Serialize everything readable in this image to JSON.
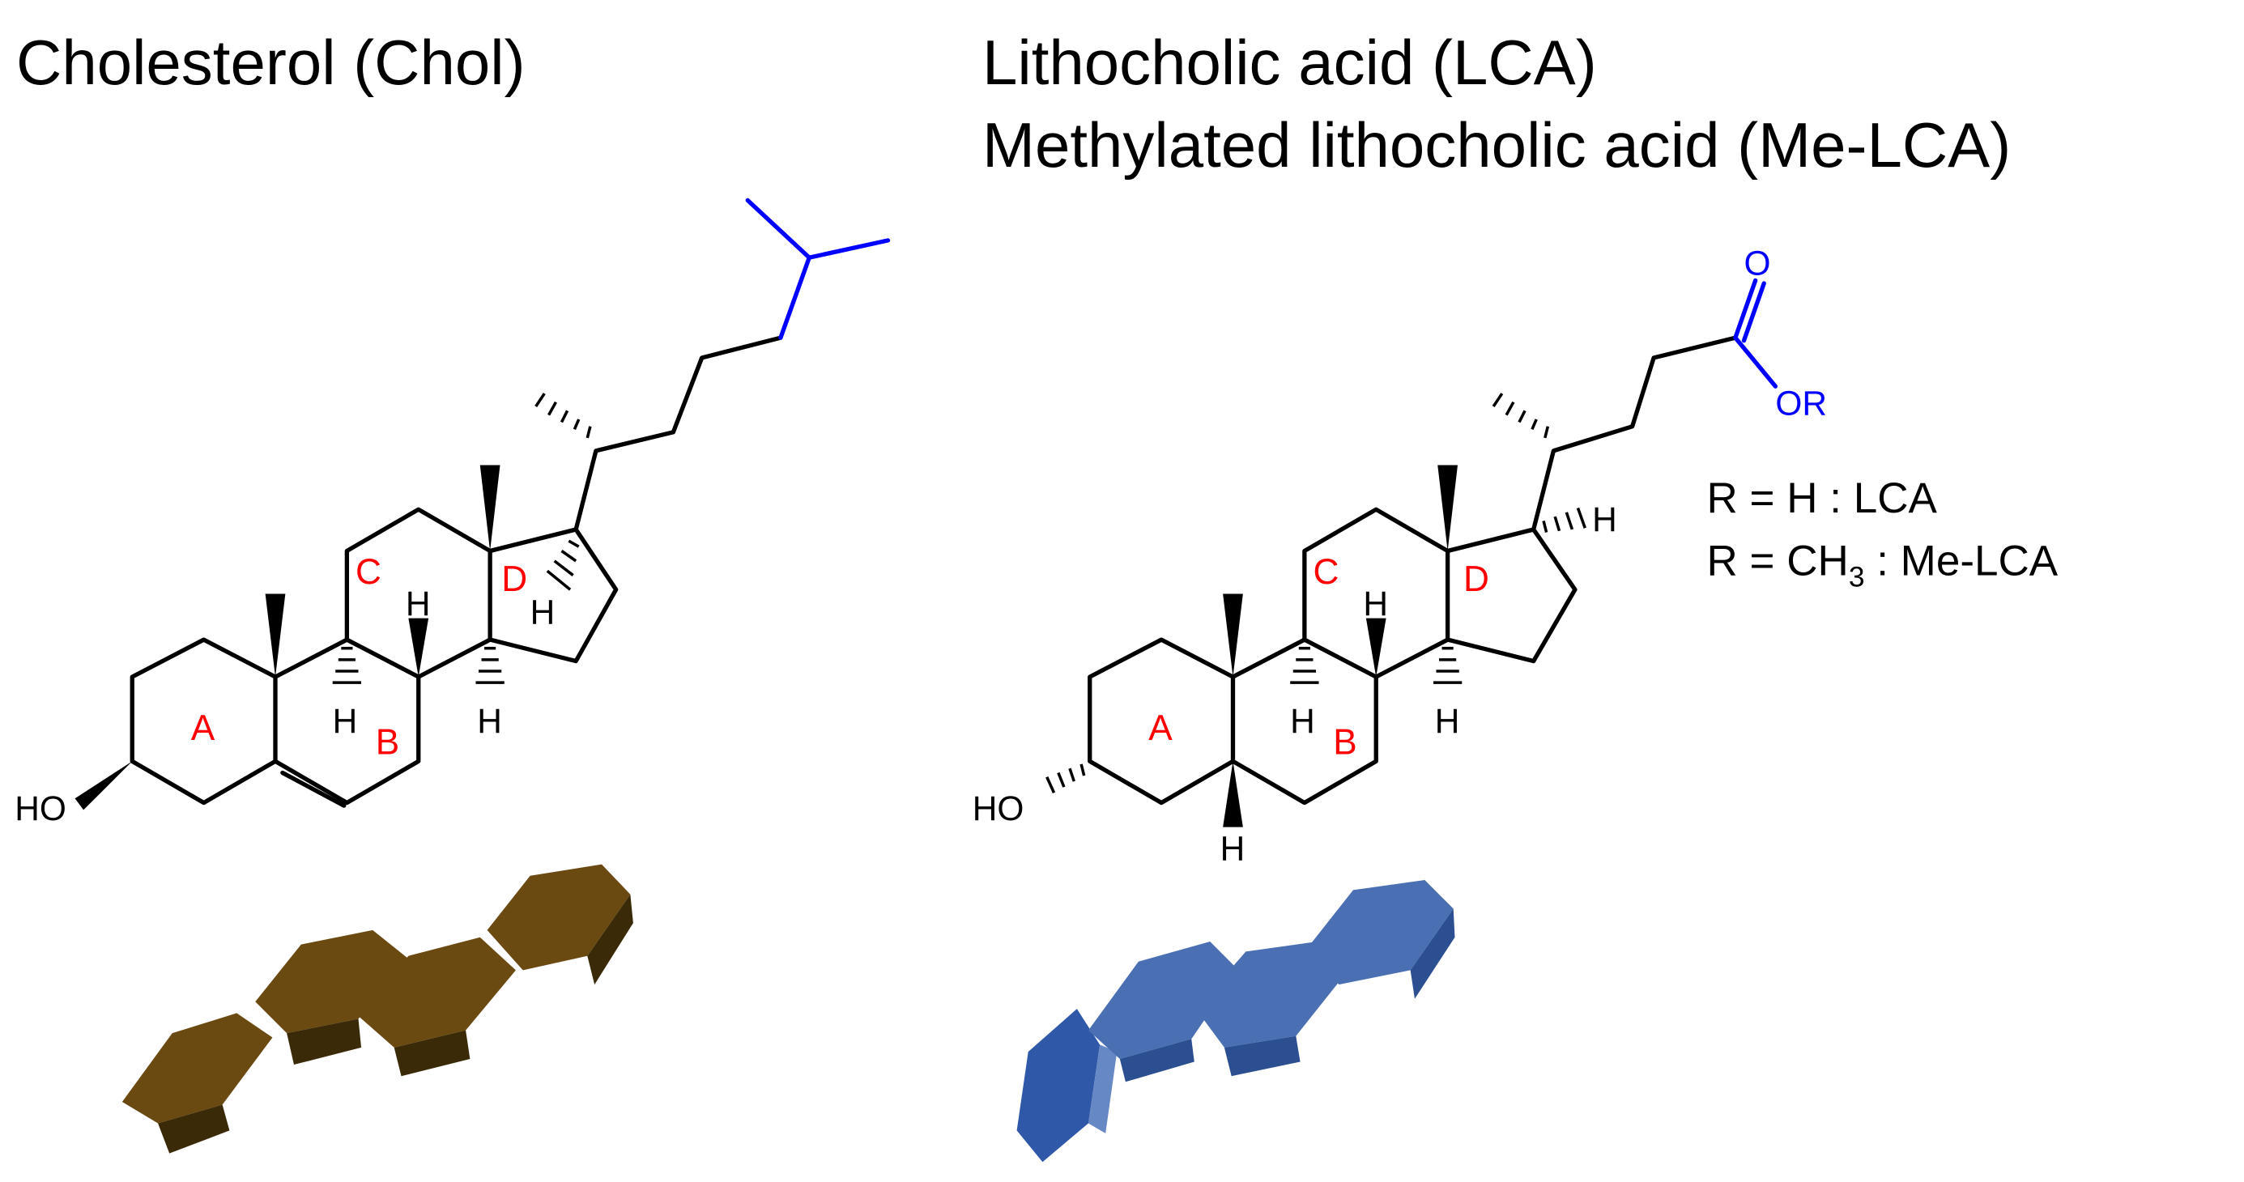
{
  "left": {
    "title": "Cholesterol (Chol)",
    "ring_labels": {
      "A": "A",
      "B": "B",
      "C": "C",
      "D": "D"
    },
    "hydroxyl": "HO",
    "h_atom": "H",
    "colors": {
      "ring_label": "#ff0000",
      "side_chain": "#0000ff",
      "bond": "#000000",
      "ribbon": "#6b4a12"
    }
  },
  "right": {
    "title_line1": "Lithocholic acid (LCA)",
    "title_line2": "Methylated lithocholic acid (Me-LCA)",
    "ring_labels": {
      "A": "A",
      "B": "B",
      "C": "C",
      "D": "D"
    },
    "hydroxyl": "HO",
    "h_atom": "H",
    "carbonyl_o": "O",
    "ester_group": "OR",
    "legend": {
      "line1": "R = H : LCA",
      "line2_prefix": "R = CH",
      "line2_sub": "3",
      "line2_suffix": " : Me-LCA"
    },
    "colors": {
      "ring_label": "#ff0000",
      "acid_group": "#0000ff",
      "bond": "#000000",
      "ribbon": "#4a70b3"
    }
  }
}
